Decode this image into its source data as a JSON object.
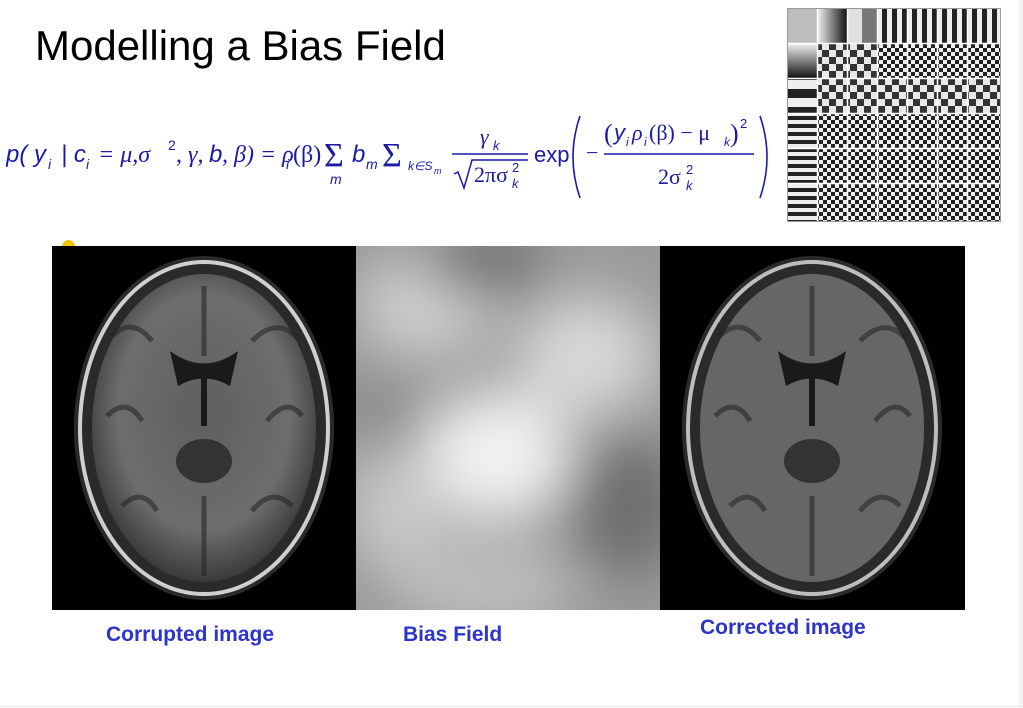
{
  "slide": {
    "title": "Modelling a Bias Field",
    "equation": {
      "lhs": "p(y_i | c_i = μ, σ², γ, b, β)",
      "rhs": "ρ_i(β) Σ_m b_m Σ_{k∈S_m} γ_k / √(2πσ_k²) exp( − (y_i ρ_i(β) − μ_k)² / 2σ_k² )"
    },
    "captions": {
      "corrupted": "Corrupted image",
      "bias": "Bias Field",
      "corrected": "Corrected image"
    }
  },
  "colors": {
    "caption": "#2d35c9",
    "equation": "#1a1aa6",
    "bullet": "#f2c500"
  }
}
